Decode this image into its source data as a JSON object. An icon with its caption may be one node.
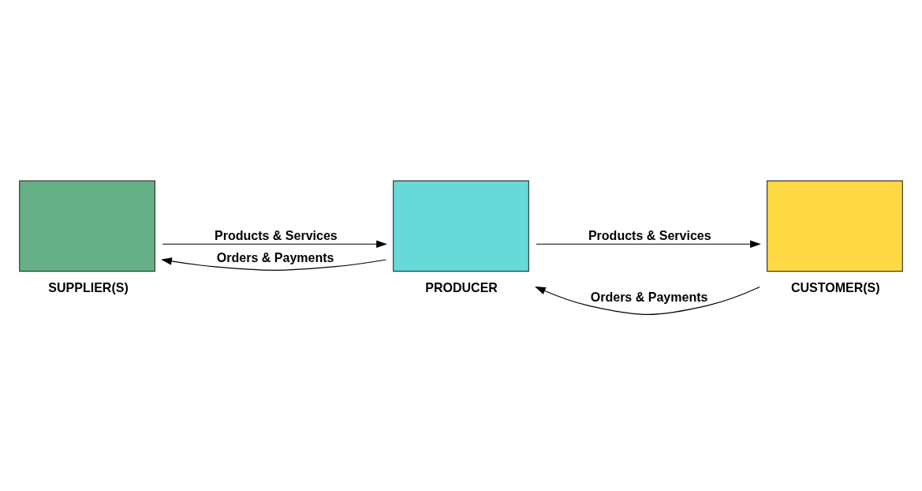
{
  "diagram": {
    "nodes": [
      {
        "text": [
          "SUPPLIER(S)"
        ]
      },
      {
        "text": [
          "PRODUCER"
        ]
      },
      {
        "text": [
          "CUSTOMER(S)"
        ]
      }
    ],
    "edges": [
      {
        "from": 0,
        "to": 1,
        "arrow": "to",
        "label": "Products & Services"
      },
      {
        "from": 2,
        "to": 1,
        "arrow": "to",
        "label": "Orders & Payments"
      },
      {
        "from": 1,
        "to": 0,
        "arrow": "to",
        "label": "Orders & Payments"
      },
      {
        "from": 1,
        "to": 2,
        "arrow": "to",
        "label": "Products & Services"
      }
    ]
  }
}
